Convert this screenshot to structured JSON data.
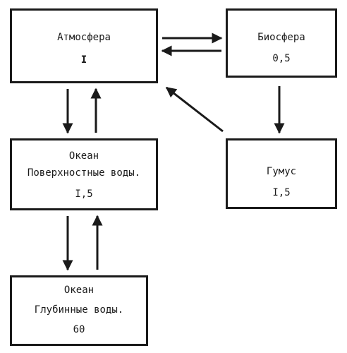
{
  "diagram": {
    "nodes": [
      {
        "id": "atmosphere",
        "name": "Атмосфера",
        "value": "I"
      },
      {
        "id": "biosphere",
        "name": "Биосфера",
        "value": "0,5"
      },
      {
        "id": "humus",
        "name": "Гумус",
        "value": "I,5"
      },
      {
        "id": "ocean_surface",
        "name": "Океан",
        "subtitle": "Поверхностные воды.",
        "value": "I,5"
      },
      {
        "id": "ocean_deep",
        "name": "Океан",
        "subtitle": "Глубинные воды.",
        "value": "60"
      }
    ],
    "edges": [
      {
        "from": "atmosphere",
        "to": "biosphere"
      },
      {
        "from": "biosphere",
        "to": "atmosphere"
      },
      {
        "from": "biosphere",
        "to": "humus"
      },
      {
        "from": "humus",
        "to": "atmosphere"
      },
      {
        "from": "atmosphere",
        "to": "ocean_surface"
      },
      {
        "from": "ocean_surface",
        "to": "atmosphere"
      },
      {
        "from": "ocean_surface",
        "to": "ocean_deep"
      },
      {
        "from": "ocean_deep",
        "to": "ocean_surface"
      }
    ],
    "colors": {
      "stroke": "#1a1a1a",
      "background": "#ffffff"
    }
  }
}
